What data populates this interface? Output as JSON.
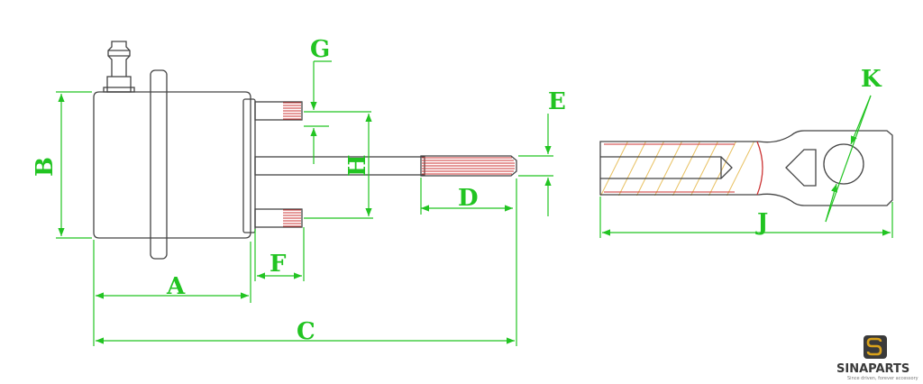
{
  "diagram": {
    "labels": {
      "A": "A",
      "B": "B",
      "C": "C",
      "D": "D",
      "E": "E",
      "F": "F",
      "G": "G",
      "H": "H",
      "J": "J",
      "K": "K"
    },
    "colors": {
      "outline": "#444444",
      "dimension": "#22c422",
      "thread": "#cc3333",
      "hatch": "#e8c060",
      "logo_accent": "#d9a21b"
    }
  },
  "logo": {
    "brand_prefix": "S",
    "brand_rest": "INAPARTS",
    "tagline": "Since driven, forever accessory",
    "icon": "s-letter-badge-icon"
  }
}
